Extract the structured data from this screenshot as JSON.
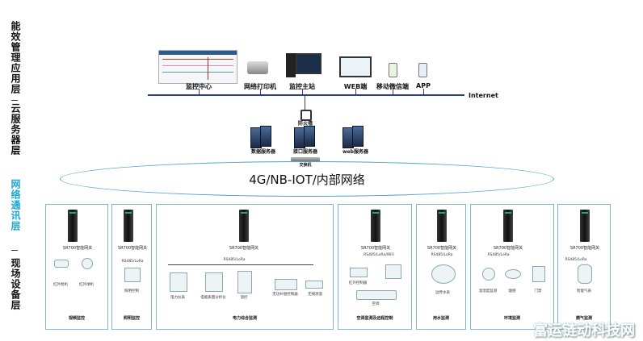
{
  "layers": {
    "mgmt": "能效管理应用层",
    "cloud": "云服务器层",
    "net": "网络通讯层",
    "field": "现场设备层"
  },
  "top": {
    "monitor_center": "监控中心",
    "printer": "网络打印机",
    "host": "监控主站",
    "web": "WEB端",
    "mobile": "移动微信端",
    "app": "APP",
    "internet": "Internet"
  },
  "cloud": {
    "firewall": "防火墙",
    "db_server": "数据服务器",
    "if_server": "接口服务器",
    "web_server": "web服务器",
    "switch": "交换机"
  },
  "network": {
    "label": "4G/NB-IOT/内部网络"
  },
  "field": {
    "gateway": "SR700智能网关",
    "rs485": "RS485/LoRa",
    "rs485wifi": "RS485/LoRa/WiFi",
    "panels": [
      {
        "title": "视频监控",
        "devices": [
          "红外枪机",
          "红外球机"
        ]
      },
      {
        "title": "照明监控",
        "devices": [
          "照明控制"
        ]
      },
      {
        "title": "电力综合监测",
        "devices": [
          "电力仪表",
          "电能质量分析仪",
          "温控",
          "无功补偿控制器",
          "无线测温"
        ]
      },
      {
        "title": "空调监测及远程控制",
        "devices": [
          "红外控制器",
          "空调"
        ]
      },
      {
        "title": "用水监测",
        "devices": [
          "远传水表"
        ]
      },
      {
        "title": "环境监测",
        "devices": [
          "温湿度监测",
          "烟感",
          "门禁"
        ]
      },
      {
        "title": "燃气监测",
        "devices": [
          "智能气表"
        ]
      }
    ]
  },
  "watermark": "富运链动科技网"
}
